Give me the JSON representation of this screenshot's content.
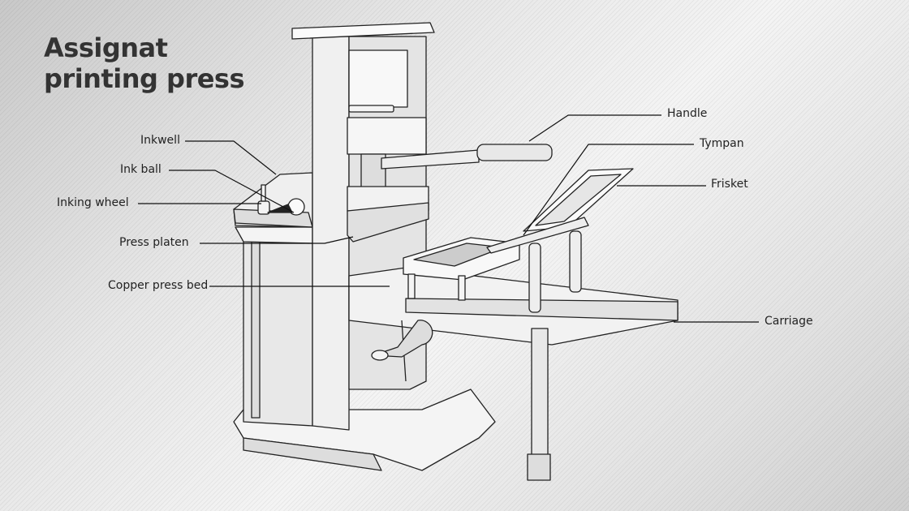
{
  "title_line1": "Assignat",
  "title_line2": "printing press",
  "labels": {
    "inkwell": "Inkwell",
    "ink_ball": "Ink ball",
    "inking_wheel": "Inking wheel",
    "press_platen": "Press platen",
    "copper_press_bed": "Copper press bed",
    "handle": "Handle",
    "tympan": "Tympan",
    "frisket": "Frisket",
    "carriage": "Carriage"
  }
}
